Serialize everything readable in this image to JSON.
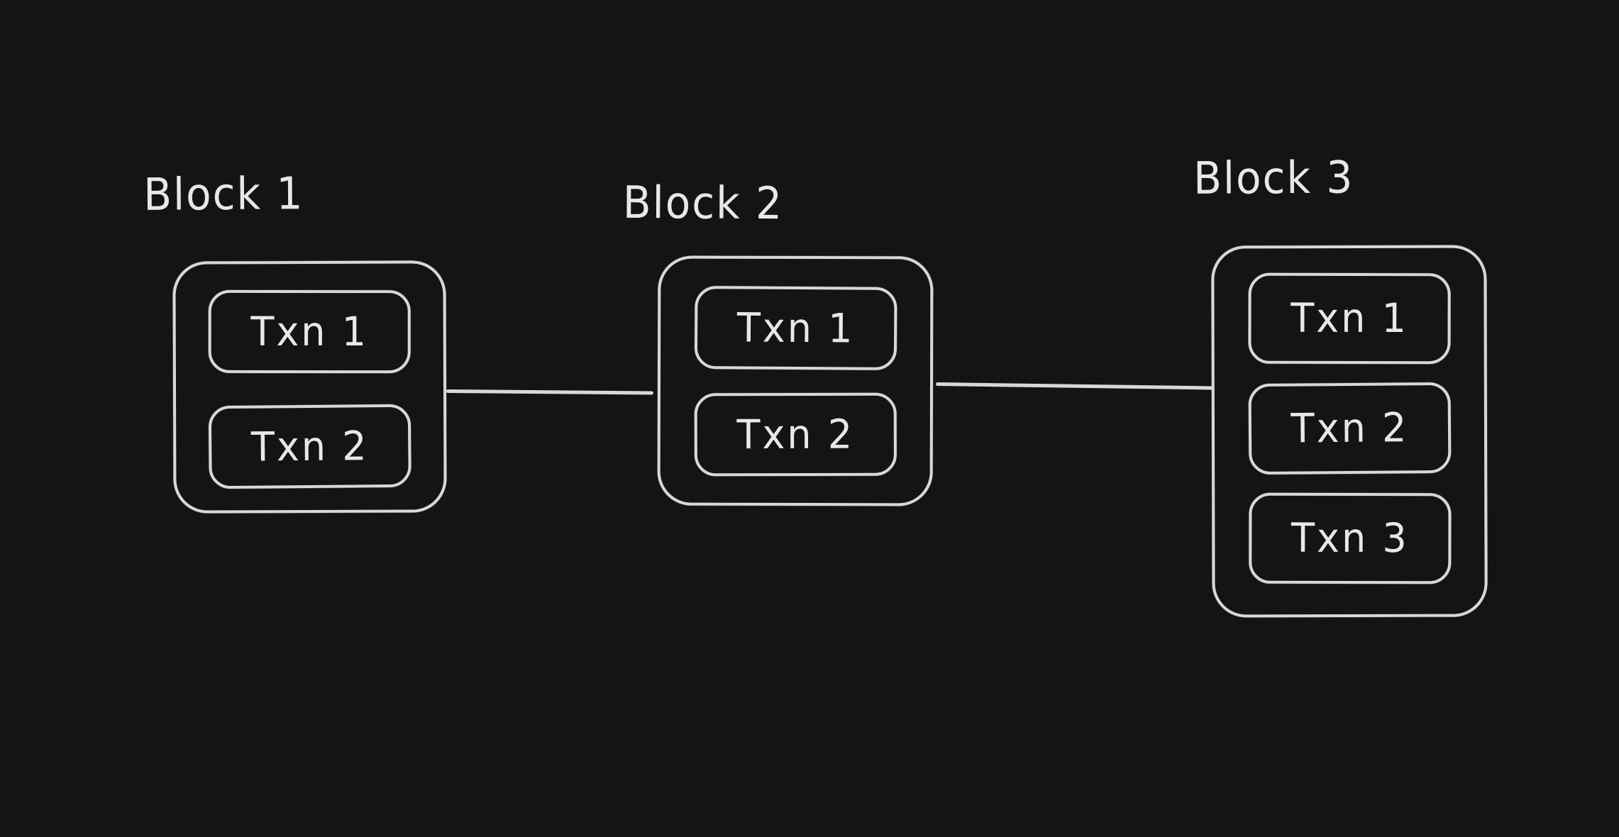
{
  "theme": {
    "background": "#141414",
    "stroke": "#d8d8d8",
    "text": "#e8e8e8"
  },
  "diagram": {
    "type": "blockchain-flow",
    "blocks": [
      {
        "label": "Block 1",
        "txns": [
          "Txn 1",
          "Txn 2"
        ]
      },
      {
        "label": "Block 2",
        "txns": [
          "Txn 1",
          "Txn 2"
        ]
      },
      {
        "label": "Block 3",
        "txns": [
          "Txn 1",
          "Txn 2",
          "Txn 3"
        ]
      }
    ],
    "connectors": [
      {
        "from": "Block 1",
        "to": "Block 2"
      },
      {
        "from": "Block 2",
        "to": "Block 3"
      }
    ]
  }
}
